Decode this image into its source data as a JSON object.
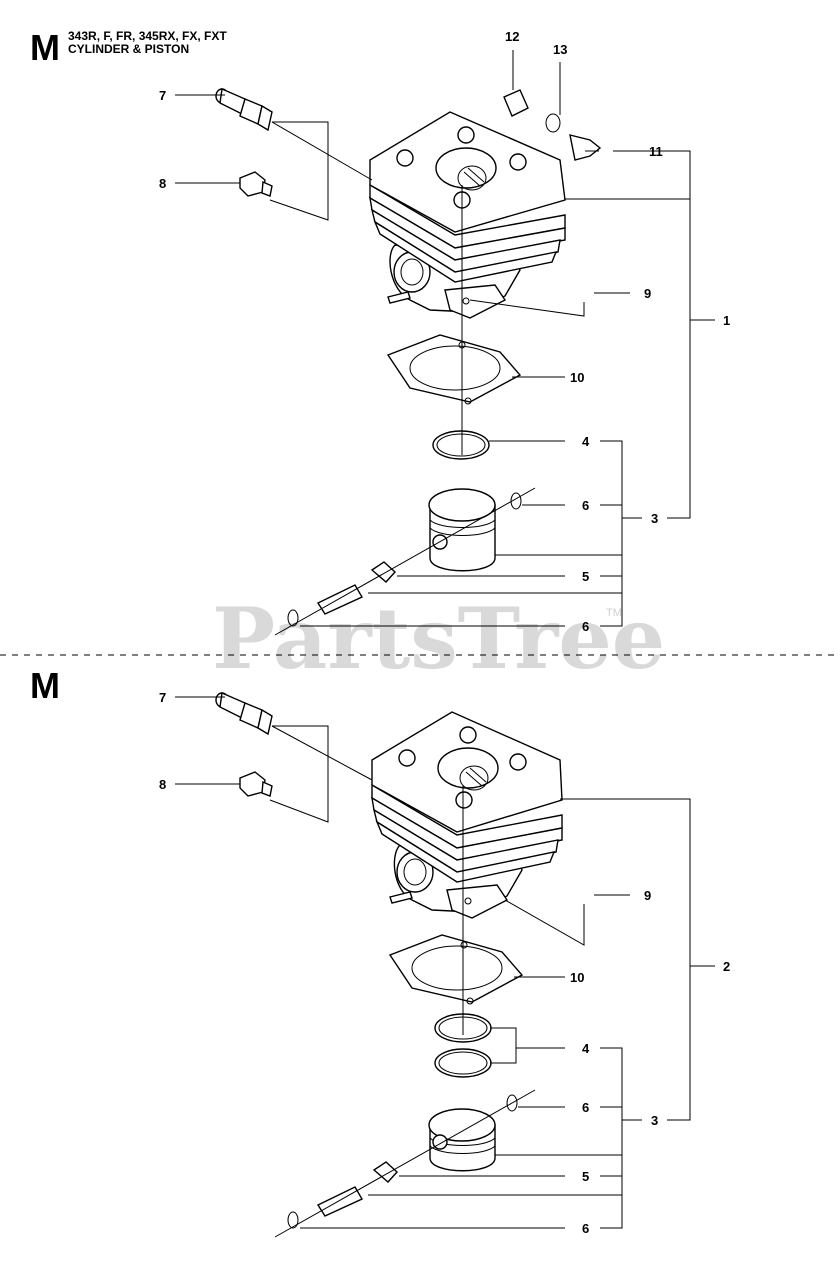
{
  "header": {
    "section_letter": "M",
    "models": "343R, F, FR, 345RX, FX, FXT",
    "title": "CYLINDER & PISTON"
  },
  "watermark": {
    "text": "PartsTree",
    "tm": "TM"
  },
  "section_top": {
    "callouts": [
      {
        "id": "t1",
        "label": "1"
      },
      {
        "id": "t3",
        "label": "3"
      },
      {
        "id": "t4",
        "label": "4"
      },
      {
        "id": "t5",
        "label": "5"
      },
      {
        "id": "t6a",
        "label": "6"
      },
      {
        "id": "t6b",
        "label": "6"
      },
      {
        "id": "t7",
        "label": "7"
      },
      {
        "id": "t8",
        "label": "8"
      },
      {
        "id": "t9",
        "label": "9"
      },
      {
        "id": "t10",
        "label": "10"
      },
      {
        "id": "t11",
        "label": "11"
      },
      {
        "id": "t12",
        "label": "12"
      },
      {
        "id": "t13",
        "label": "13"
      }
    ]
  },
  "section_bottom": {
    "section_letter": "M",
    "callouts": [
      {
        "id": "b2",
        "label": "2"
      },
      {
        "id": "b3",
        "label": "3"
      },
      {
        "id": "b4",
        "label": "4"
      },
      {
        "id": "b5",
        "label": "5"
      },
      {
        "id": "b6a",
        "label": "6"
      },
      {
        "id": "b6b",
        "label": "6"
      },
      {
        "id": "b7",
        "label": "7"
      },
      {
        "id": "b8",
        "label": "8"
      },
      {
        "id": "b9",
        "label": "9"
      },
      {
        "id": "b10",
        "label": "10"
      }
    ]
  }
}
